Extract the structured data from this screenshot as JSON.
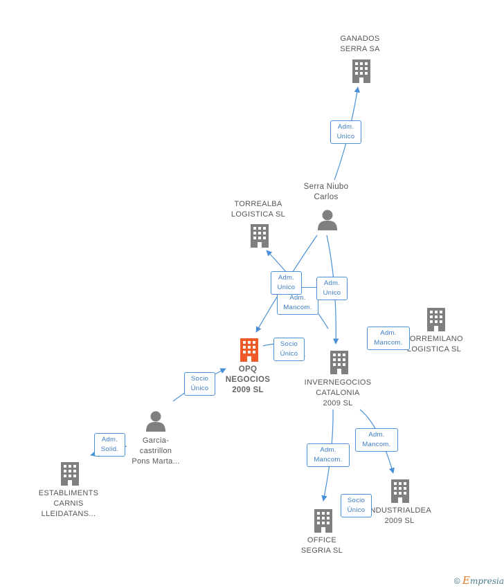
{
  "colors": {
    "company": "#7f7f7f",
    "focus": "#f05a28",
    "person": "#7f7f7f",
    "edge": "#4a90d9"
  },
  "nodes": {
    "ganados": {
      "line1": "GANADOS",
      "line2": "SERRA SA"
    },
    "serra": {
      "line1": "Serra Niubo",
      "line2": "Carlos"
    },
    "torrealba": {
      "line1": "TORREALBA",
      "line2": "LOGISTICA SL"
    },
    "opq": {
      "line1": "OPQ",
      "line2": "NEGOCIOS",
      "line3": "2009 SL"
    },
    "invernegocios": {
      "line1": "INVERNEGOCIOS",
      "line2": "CATALONIA",
      "line3": "2009 SL"
    },
    "torremilano": {
      "line1": "TORREMILANO",
      "line2": "LOGISTICA SL"
    },
    "garcia": {
      "line1": "Garcia-",
      "line2": "castrillon",
      "line3": "Pons Marta..."
    },
    "establiments": {
      "line1": "ESTABLIMENTS",
      "line2": "CARNIS",
      "line3": "LLEIDATANS..."
    },
    "office": {
      "line1": "OFFICE",
      "line2": "SEGRIA SL"
    },
    "industrialdea": {
      "line1": "INDUSTRIALDEA",
      "line2": "2009 SL"
    }
  },
  "edge_labels": {
    "serra_ganados": {
      "line1": "Adm.",
      "line2": "Unico"
    },
    "serra_opq": {
      "line1": "Adm.",
      "line2": "Unico"
    },
    "serra_torrealba": {
      "line1": "Adm.",
      "line2": "Mancom."
    },
    "serra_inver": {
      "line1": "Adm.",
      "line2": "Unico"
    },
    "torremilano": {
      "line1": "Adm.",
      "line2": "Mancom."
    },
    "opq_inver": {
      "line1": "Socio",
      "line2": "Único"
    },
    "garcia_opq": {
      "line1": "Socio",
      "line2": "Único"
    },
    "garcia_establiments": {
      "line1": "Adm.",
      "line2": "Solid."
    },
    "inver_office": {
      "line1": "Adm.",
      "line2": "Mancom."
    },
    "inver_industrialdea": {
      "line1": "Adm.",
      "line2": "Mancom."
    },
    "office_industrialdea": {
      "line1": "Socio",
      "line2": "Único"
    }
  },
  "footer": {
    "copyright": "©",
    "brand_initial": "E",
    "brand_rest": "mpresia"
  }
}
